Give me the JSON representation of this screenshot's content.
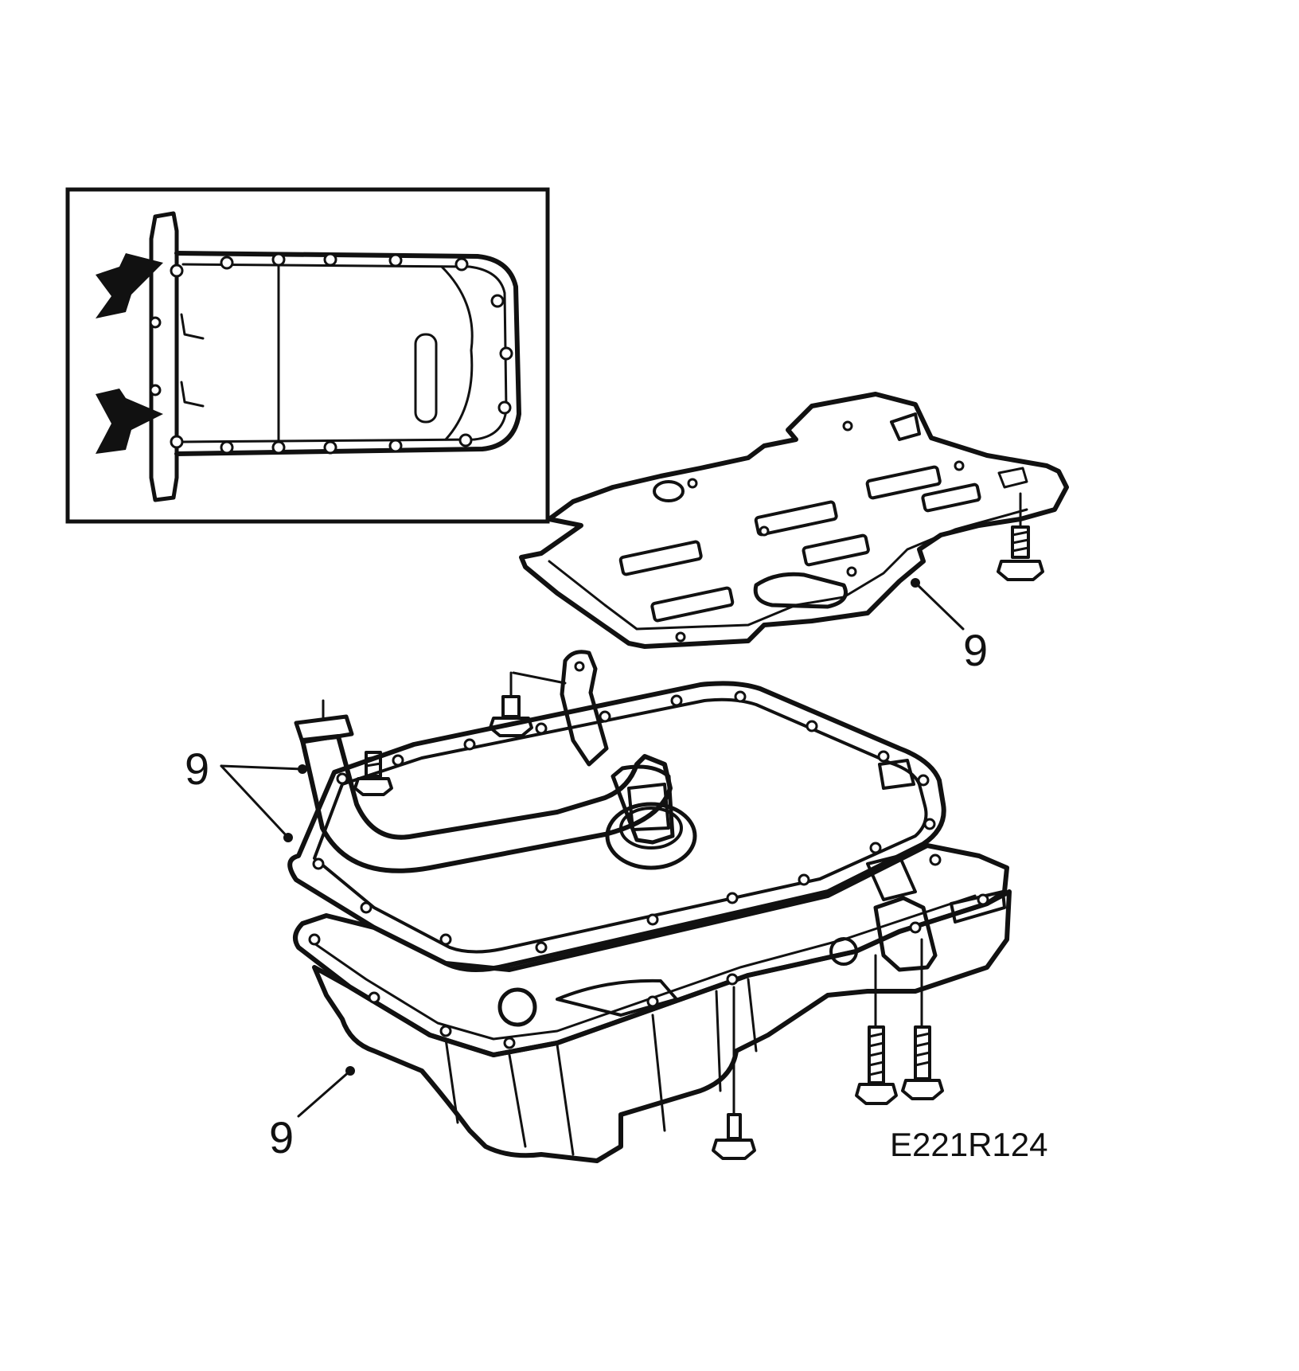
{
  "labels": {
    "callout_baffle": "9",
    "callout_gasket": "9",
    "callout_pan": "9",
    "drawing_code": "E221R124"
  },
  "colors": {
    "ink": "#111111",
    "paper": "#ffffff"
  }
}
